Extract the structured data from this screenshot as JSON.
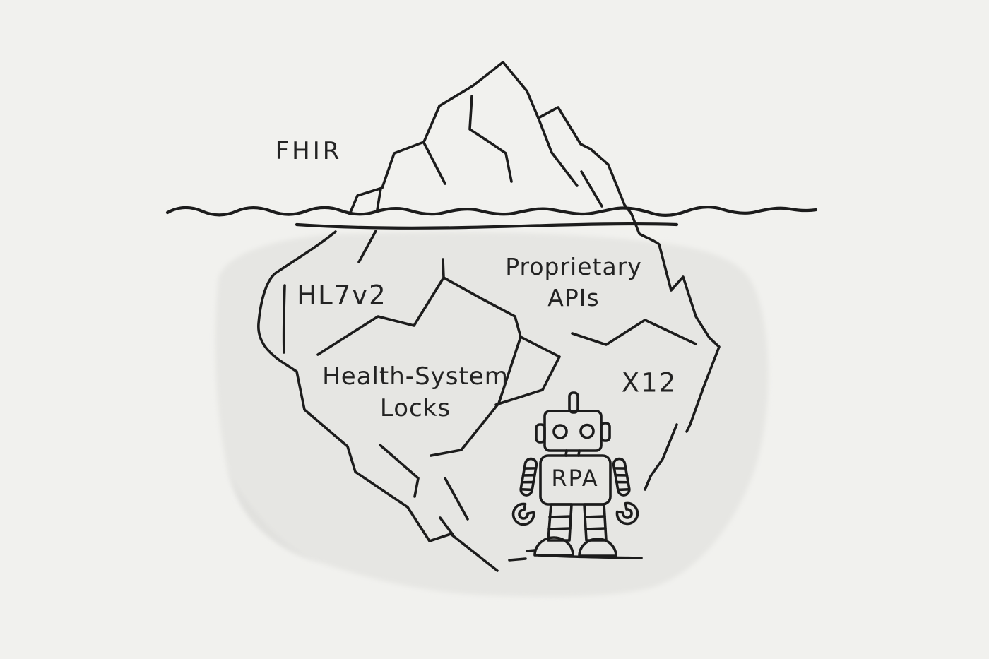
{
  "diagram": {
    "above_water": {
      "fhir_label": "FHIR"
    },
    "below_water": {
      "hl7v2_label": "HL7v2",
      "proprietary_apis": {
        "line1": "Proprietary",
        "line2": "APIs"
      },
      "health_system_locks": {
        "line1": "Health-System",
        "line2": "Locks"
      },
      "x12_label": "X12",
      "robot": {
        "chest_label": "RPA"
      }
    },
    "colors": {
      "background": "#f1f1ee",
      "underwater_mass": "#e6e6e3",
      "underwater_mass_edge": "#dcdcd9",
      "ink": "#1c1c1c",
      "text": "#232323"
    }
  }
}
